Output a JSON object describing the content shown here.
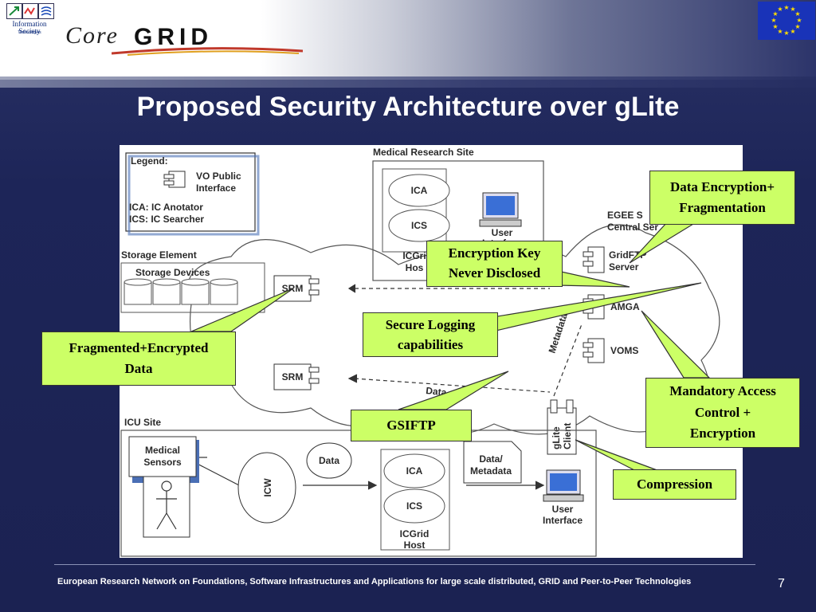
{
  "header": {
    "ist_logo_text": "Information Society",
    "ist_logo_subtext": "Technologies",
    "core_word": "Core",
    "grid_word": "GRID",
    "eu_flag_icon": "eu-flag-icon"
  },
  "title": "Proposed Security Architecture over gLite",
  "diagram": {
    "legend": {
      "heading": "Legend:",
      "vo_public": "VO Public",
      "interface": "Interface",
      "ica_def": "ICA: IC Anotator",
      "ics_def": "ICS: IC Searcher"
    },
    "medical_research_site": "Medical Research Site",
    "ica": "ICA",
    "ics": "ICS",
    "icgrid_host_1a": "ICGri",
    "icgrid_host_1b": "Hos",
    "user": "User",
    "interface_partial": "Interface",
    "egee_services_a": "EGEE S",
    "egee_services_b": "Central Ser",
    "gridftp_a": "GridFTP",
    "gridftp_b": "Server",
    "amga": "AMGA",
    "voms": "VOMS",
    "storage_element": "Storage Element",
    "storage_devices": "Storage Devices",
    "srm": "SRM",
    "metadata": "Metadata",
    "data_arrow": "Data",
    "glite_client_a": "gLite",
    "glite_client_b": "Client",
    "icu_site": "ICU Site",
    "medical": "Medical",
    "sensors": "Sensors",
    "icw": "ICW",
    "data_bubble": "Data",
    "data_metadata_a": "Data/",
    "data_metadata_b": "Metadata",
    "ica2": "ICA",
    "ics2": "ICS",
    "icgrid_host_2a": "ICGrid",
    "icgrid_host_2b": "Host",
    "user_interface_a": "User",
    "user_interface_b": "Interface",
    "callout_bg_color": "#ccff66"
  },
  "callouts": {
    "data_encryption_a": "Data Encryption+",
    "data_encryption_b": "Fragmentation",
    "encryption_key_a": "Encryption Key",
    "encryption_key_b": "Never Disclosed",
    "secure_logging_a": "Secure Logging",
    "secure_logging_b": "capabilities",
    "fragmented_a": "Fragmented+Encrypted",
    "fragmented_b": "Data",
    "gsiftp": "GSIFTP",
    "mandatory_a": "Mandatory Access",
    "mandatory_b": "Control +",
    "mandatory_c": "Encryption",
    "compression": "Compression"
  },
  "footer": {
    "text": "European Research Network on Foundations, Software Infrastructures and Applications for large scale distributed, GRID and Peer-to-Peer Technologies",
    "page": "7"
  }
}
